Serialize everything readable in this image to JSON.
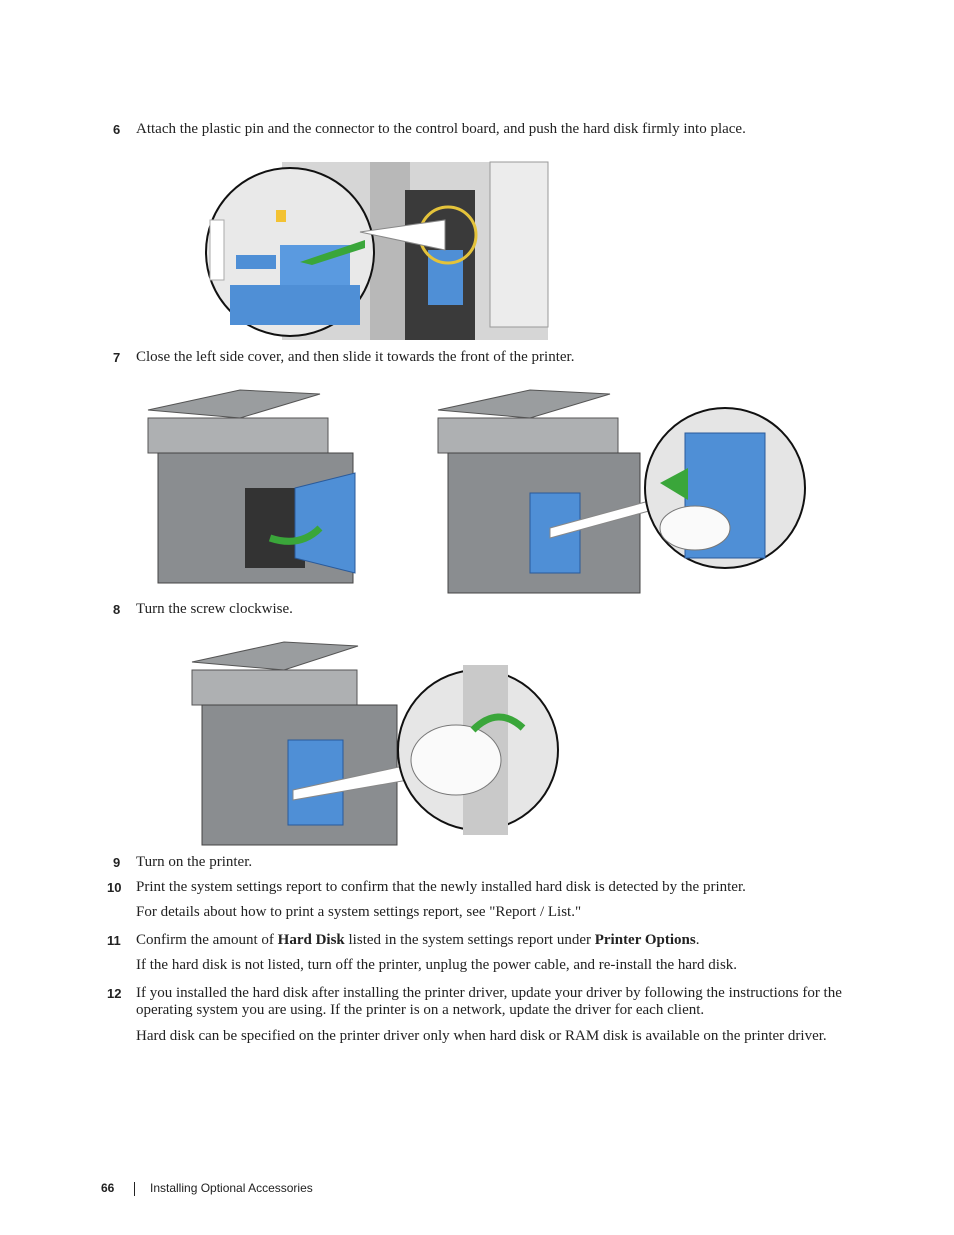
{
  "steps": {
    "s6": {
      "num": "6",
      "text": "Attach the plastic pin and the connector to the control board, and push the hard disk firmly into place."
    },
    "s7": {
      "num": "7",
      "text": "Close the left side cover, and then slide it towards the front of the printer."
    },
    "s8": {
      "num": "8",
      "text": "Turn the screw clockwise."
    },
    "s9": {
      "num": "9",
      "text": "Turn on the printer."
    },
    "s10": {
      "num": "10",
      "text": "Print the system settings report to confirm that the newly installed hard disk is detected by the printer.",
      "note": "For details about how to print a system settings report, see \"Report / List.\""
    },
    "s11": {
      "num": "11",
      "text_a": "Confirm the amount of ",
      "bold_a": "Hard Disk",
      "text_b": " listed in the system settings report under ",
      "bold_b": "Printer Options",
      "text_c": ".",
      "note": "If the hard disk is not listed, turn off the printer, unplug the power cable, and re-install the hard disk."
    },
    "s12": {
      "num": "12",
      "text": "If you installed the hard disk after installing the printer driver, update your driver by following the instructions for the operating system you are using. If the printer is on a network, update the driver for each client.",
      "note": "Hard disk can be specified on the printer driver only when hard disk or RAM disk is available on the printer driver."
    }
  },
  "footer": {
    "page": "66",
    "section": "Installing Optional Accessories"
  },
  "colors": {
    "accent_blue": "#4f8fd6",
    "arrow_green": "#3aa63a",
    "printer_gray": "#8a8d90"
  }
}
